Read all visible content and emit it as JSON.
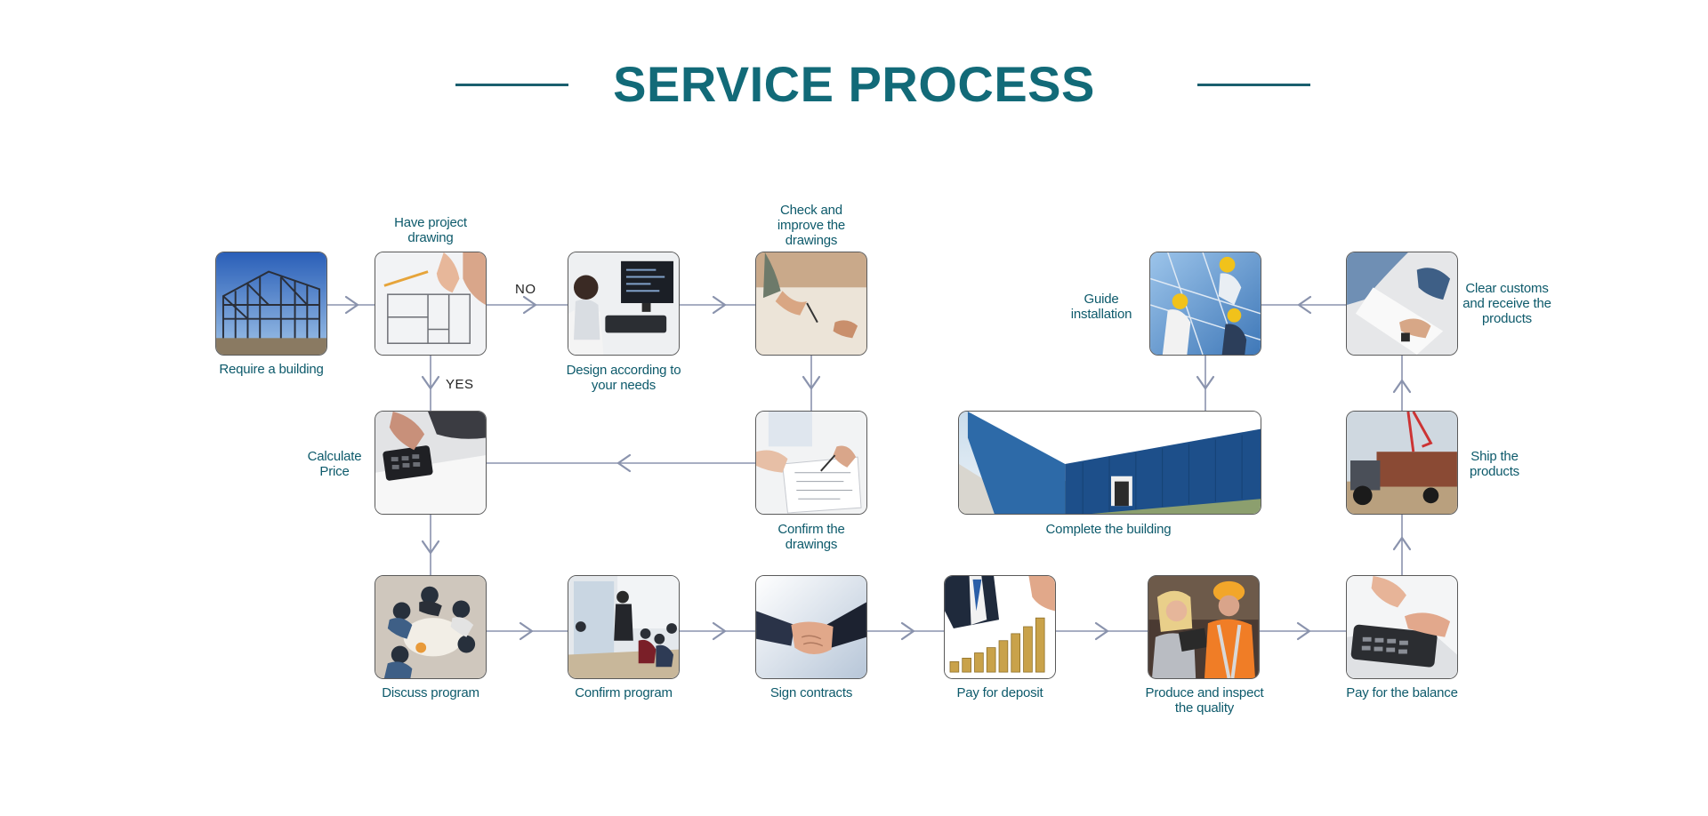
{
  "title": "SERVICE PROCESS",
  "colors": {
    "title": "#126a78",
    "label": "#0d5a6b",
    "connector": "#8a93ad",
    "node_border": "#5a5a5a"
  },
  "branches": {
    "no": "NO",
    "yes": "YES"
  },
  "steps": {
    "require_building": {
      "label": "Require a building",
      "icon": "steel-frame-photo"
    },
    "project_drawing": {
      "label": "Have project drawing",
      "icon": "blueprint-photo"
    },
    "design": {
      "label": "Design according to your needs",
      "icon": "computer-design-photo"
    },
    "check_drawings": {
      "label": "Check and improve the drawings",
      "icon": "drafting-photo"
    },
    "calculate_price": {
      "label": "Calculate Price",
      "icon": "calculator-photo"
    },
    "confirm_drawings": {
      "label": "Confirm the drawings",
      "icon": "document-review-photo"
    },
    "discuss_program": {
      "label": "Discuss program",
      "icon": "meeting-photo"
    },
    "confirm_program": {
      "label": "Confirm program",
      "icon": "presentation-photo"
    },
    "sign_contracts": {
      "label": "Sign contracts",
      "icon": "handshake-photo"
    },
    "pay_deposit": {
      "label": "Pay for deposit",
      "icon": "coins-photo"
    },
    "produce_inspect": {
      "label": "Produce and inspect the quality",
      "icon": "inspection-photo"
    },
    "pay_balance": {
      "label": "Pay for the balance",
      "icon": "calculator-photo"
    },
    "ship_products": {
      "label": "Ship the products",
      "icon": "truck-photo"
    },
    "clear_customs": {
      "label": "Clear customs and receive the products",
      "icon": "customs-photo"
    },
    "guide_installation": {
      "label": "Guide installation",
      "icon": "workers-photo"
    },
    "complete_building": {
      "label": "Complete the building",
      "icon": "warehouse-photo"
    }
  }
}
